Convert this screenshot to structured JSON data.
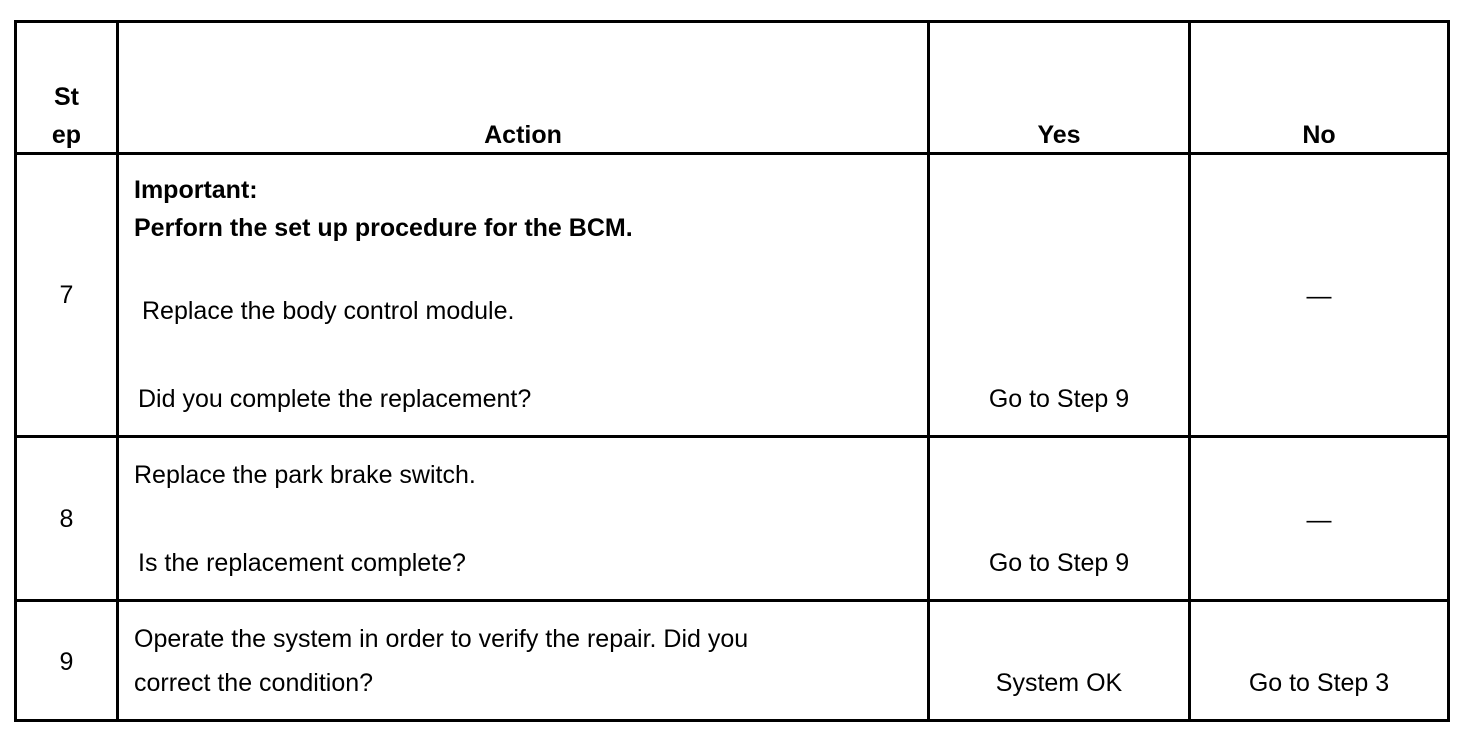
{
  "header": {
    "step_line1": "St",
    "step_line2": "ep",
    "action": "Action",
    "yes": "Yes",
    "no": "No"
  },
  "rows": [
    {
      "step": "7",
      "important_label": "Important:",
      "important_text": "Perforn the set up procedure for the BCM.",
      "action_line1": "Replace the body control module.",
      "question": "Did you complete the replacement?",
      "yes": "Go to Step 9",
      "no": "—"
    },
    {
      "step": "8",
      "action_line1": "Replace the park brake switch.",
      "question": "Is the replacement complete?",
      "yes": "Go to Step 9",
      "no": "—"
    },
    {
      "step": "9",
      "action_line1": "Operate the system in order to verify the repair. Did you",
      "action_line2": "correct the condition?",
      "yes": "System OK",
      "no": "Go to Step 3"
    }
  ]
}
